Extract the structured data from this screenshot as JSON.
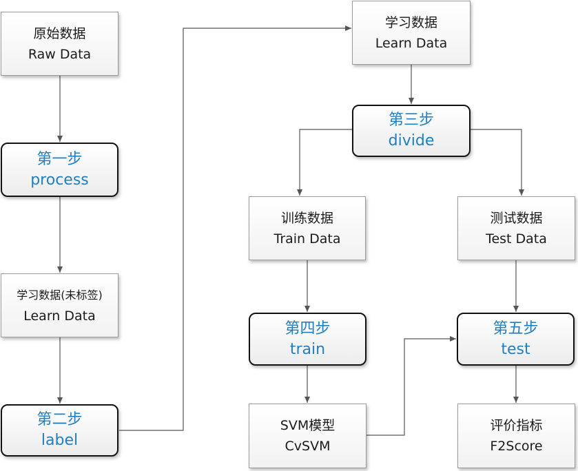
{
  "colors": {
    "step_text": "#1f7fc0",
    "data_text": "#1a1a1a",
    "step_border": "#111111",
    "data_border": "#9a9a9a",
    "connector": "#555555"
  },
  "nodes": {
    "raw_data": {
      "zh": "原始数据",
      "en": "Raw Data"
    },
    "step1": {
      "zh": "第一步",
      "en": "process"
    },
    "learn_data_unlabeled": {
      "zh": "学习数据(未标签)",
      "en": "Learn Data"
    },
    "step2": {
      "zh": "第二步",
      "en": "label"
    },
    "learn_data": {
      "zh": "学习数据",
      "en": "Learn Data"
    },
    "step3": {
      "zh": "第三步",
      "en": "divide"
    },
    "train_data": {
      "zh": "训练数据",
      "en": "Train Data"
    },
    "test_data": {
      "zh": "测试数据",
      "en": "Test Data"
    },
    "step4": {
      "zh": "第四步",
      "en": "train"
    },
    "step5": {
      "zh": "第五步",
      "en": "test"
    },
    "svm_model": {
      "zh": "SVM模型",
      "en": "CvSVM"
    },
    "metric": {
      "zh": "评价指标",
      "en": "F2Score"
    }
  }
}
